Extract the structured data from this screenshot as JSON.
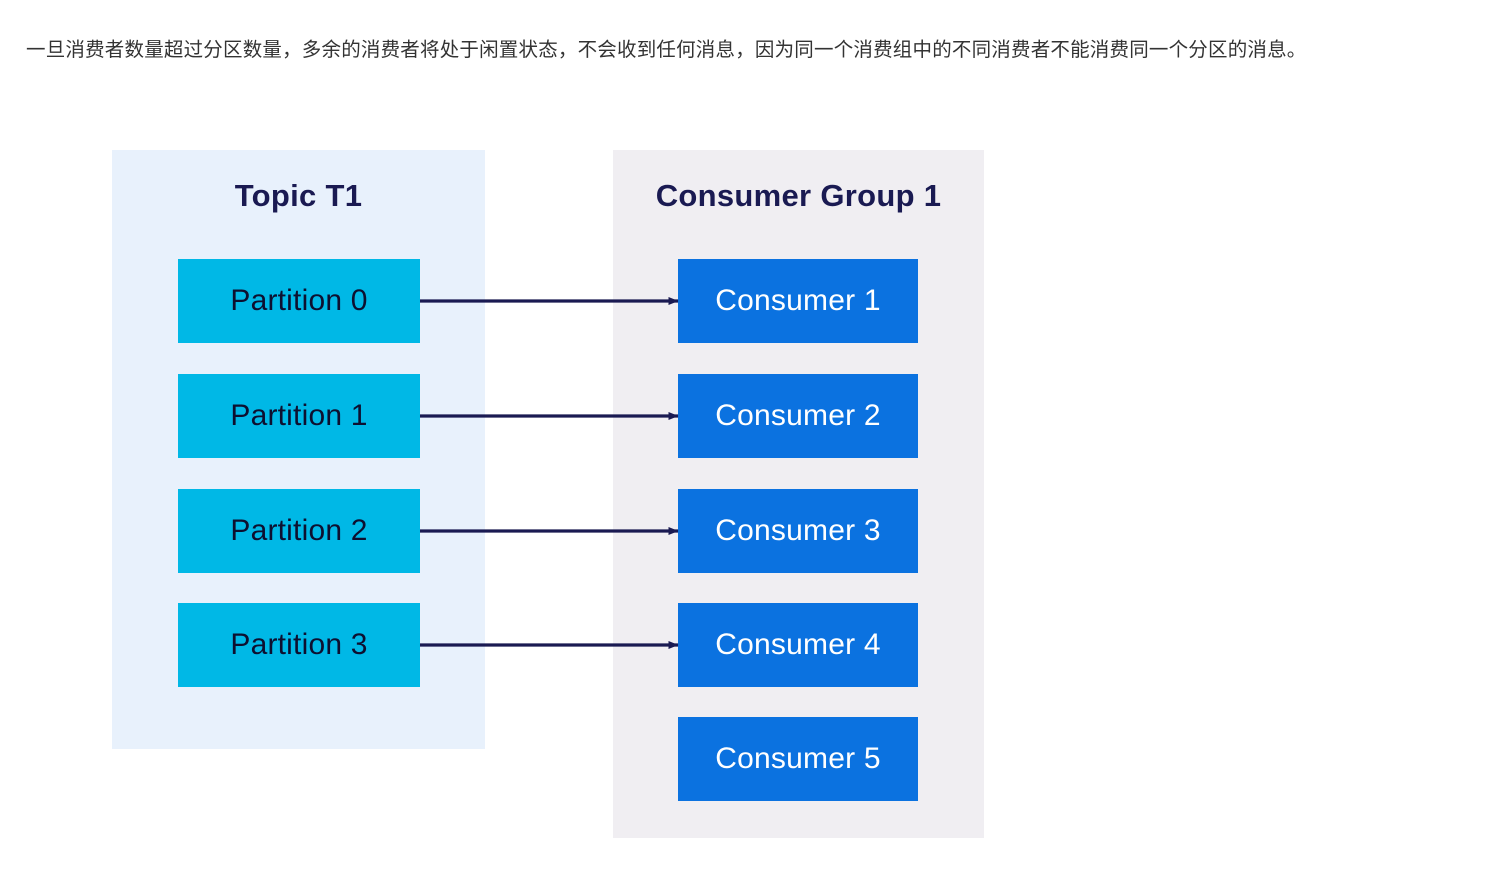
{
  "paragraph": {
    "text": "一旦消费者数量超过分区数量，多余的消费者将处于闲置状态，不会收到任何消息，因为同一个消费组中的不同消费者不能消费同一个分区的消息。"
  },
  "diagram": {
    "type": "kafka-partition-consumer-assignment",
    "colors": {
      "topic_panel_bg": "#e8f1fc",
      "group_panel_bg": "#f0eef2",
      "partition_box": "#00b8e6",
      "partition_text": "#0d1030",
      "consumer_box": "#0b72e0",
      "consumer_text": "#ffffff",
      "title_text": "#1a1a52",
      "arrow": "#1a1a52",
      "page_bg": "#ffffff"
    },
    "topic_panel": {
      "title": "Topic T1",
      "partitions": [
        {
          "label": "Partition 0"
        },
        {
          "label": "Partition 1"
        },
        {
          "label": "Partition 2"
        },
        {
          "label": "Partition 3"
        }
      ]
    },
    "group_panel": {
      "title": "Consumer Group 1",
      "consumers": [
        {
          "label": "Consumer 1",
          "assigned": true
        },
        {
          "label": "Consumer 2",
          "assigned": true
        },
        {
          "label": "Consumer 3",
          "assigned": true
        },
        {
          "label": "Consumer 4",
          "assigned": true
        },
        {
          "label": "Consumer 5",
          "assigned": false
        }
      ]
    },
    "connections": [
      {
        "from": "Partition 0",
        "to": "Consumer 1"
      },
      {
        "from": "Partition 1",
        "to": "Consumer 2"
      },
      {
        "from": "Partition 2",
        "to": "Consumer 3"
      },
      {
        "from": "Partition 3",
        "to": "Consumer 4"
      }
    ]
  }
}
